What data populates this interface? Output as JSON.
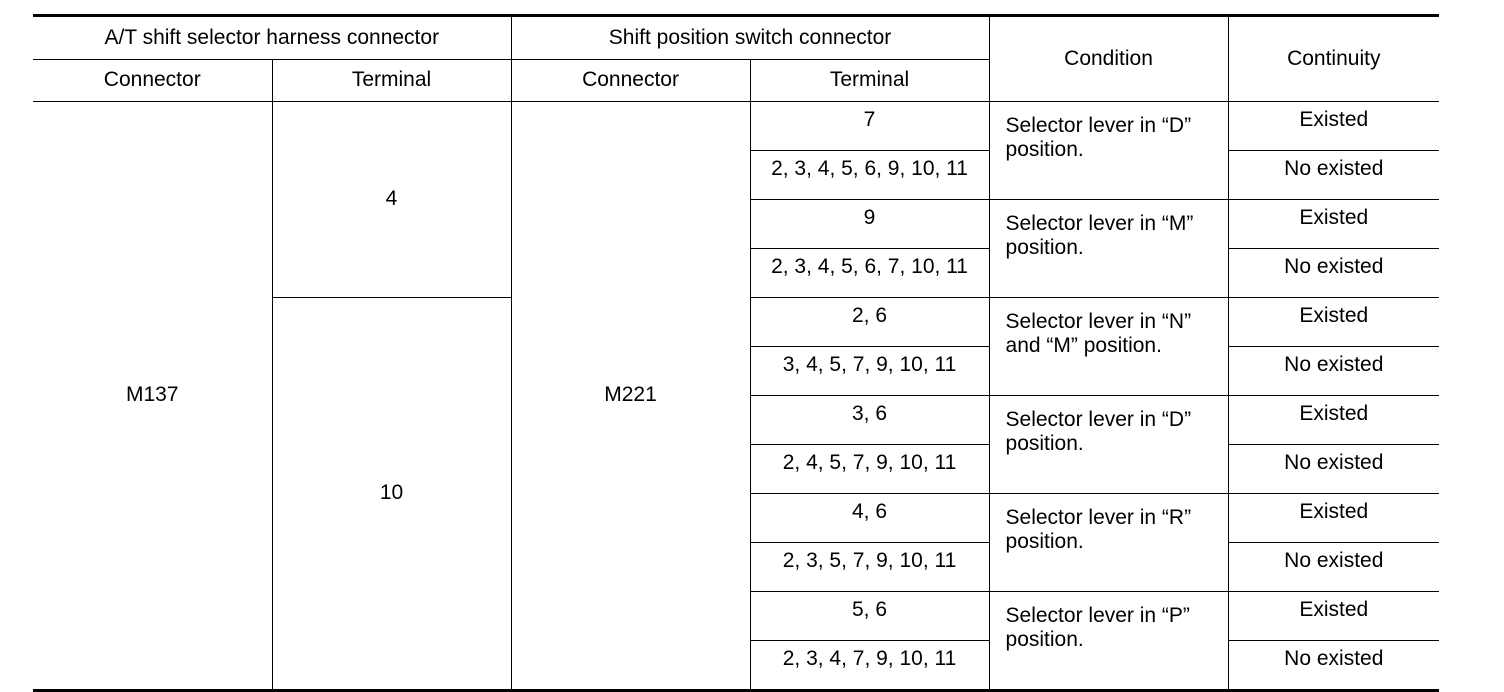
{
  "headers": {
    "at_group": "A/T shift selector harness connector",
    "sps_group": "Shift position switch connector",
    "condition": "Condition",
    "continuity": "Continuity",
    "connector": "Connector",
    "terminal": "Terminal"
  },
  "at_connector": "M137",
  "sps_connector": "M221",
  "at_terminals": [
    "4",
    "10"
  ],
  "groups": [
    {
      "condition_line1": "Selector lever in “D”",
      "condition_line2": "position.",
      "rows": [
        {
          "terminals": "7",
          "continuity": "Existed"
        },
        {
          "terminals": "2, 3, 4, 5, 6, 9, 10, 11",
          "continuity": "No existed"
        }
      ]
    },
    {
      "condition_line1": "Selector lever in “M”",
      "condition_line2": "position.",
      "rows": [
        {
          "terminals": "9",
          "continuity": "Existed"
        },
        {
          "terminals": "2, 3, 4, 5, 6, 7, 10, 11",
          "continuity": "No existed"
        }
      ]
    },
    {
      "condition_line1": "Selector lever in “N”",
      "condition_line2": "and “M” position.",
      "rows": [
        {
          "terminals": "2, 6",
          "continuity": "Existed"
        },
        {
          "terminals": "3, 4, 5, 7, 9, 10, 11",
          "continuity": "No existed"
        }
      ]
    },
    {
      "condition_line1": "Selector lever in “D”",
      "condition_line2": "position.",
      "rows": [
        {
          "terminals": "3, 6",
          "continuity": "Existed"
        },
        {
          "terminals": "2, 4, 5, 7, 9, 10, 11",
          "continuity": "No existed"
        }
      ]
    },
    {
      "condition_line1": "Selector lever in “R”",
      "condition_line2": "position.",
      "rows": [
        {
          "terminals": "4, 6",
          "continuity": "Existed"
        },
        {
          "terminals": "2, 3, 5, 7, 9, 10, 11",
          "continuity": "No existed"
        }
      ]
    },
    {
      "condition_line1": "Selector lever in “P”",
      "condition_line2": "position.",
      "rows": [
        {
          "terminals": "5, 6",
          "continuity": "Existed"
        },
        {
          "terminals": "2, 3, 4, 7, 9, 10, 11",
          "continuity": "No existed"
        }
      ]
    }
  ]
}
